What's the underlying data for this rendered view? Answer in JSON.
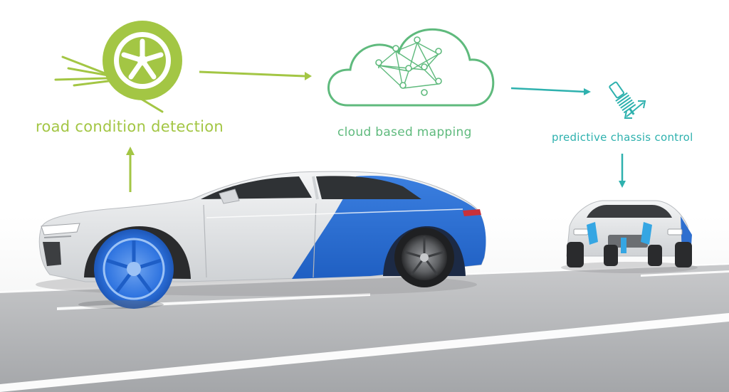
{
  "labels": {
    "road_condition": "road condition detection",
    "cloud_mapping": "cloud based mapping",
    "chassis_control": "predictive chassis control"
  },
  "colors": {
    "road_green": "#a3c644",
    "cloud_green": "#5fba7d",
    "chassis_teal": "#2eb1ae",
    "car_blue": "#2e6fcf",
    "car_silver": "#e4e6e8",
    "road_gray": "#a9abae"
  },
  "icons": [
    "tire-icon",
    "cloud-network-icon",
    "shock-absorber-icon",
    "sedan-car",
    "front-view-car"
  ]
}
